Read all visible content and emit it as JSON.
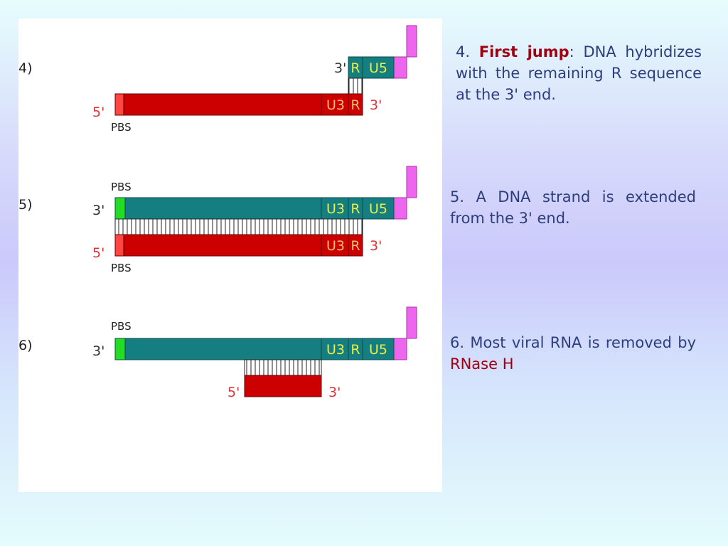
{
  "steps": [
    {
      "number": "4)",
      "diagram": {
        "upper_end": "3'",
        "upper_segments": [
          "R",
          "U5"
        ],
        "lower_start": "5'",
        "lower_segments": [
          "U3",
          "R"
        ],
        "lower_end": "3'",
        "lower_tag": "PBS"
      },
      "description": {
        "prefix": "4. ",
        "highlight": "First jump",
        "suffix": ": DNA hybridizes with the remaining R sequence at the 3' end."
      }
    },
    {
      "number": "5)",
      "diagram": {
        "upper_tag": "PBS",
        "upper_start": "3'",
        "upper_segments": [
          "U3",
          "R",
          "U5"
        ],
        "lower_start": "5'",
        "lower_segments": [
          "U3",
          "R"
        ],
        "lower_end": "3'",
        "lower_tag": "PBS"
      },
      "description": {
        "text": "5. A DNA strand is extended from the 3' end."
      }
    },
    {
      "number": "6)",
      "diagram": {
        "upper_tag": "PBS",
        "upper_start": "3'",
        "upper_segments": [
          "U3",
          "R",
          "U5"
        ],
        "fragment_start": "5'",
        "fragment_end": "3'"
      },
      "description": {
        "prefix": "6. Most viral RNA is removed by ",
        "highlight": "RNase H"
      }
    }
  ],
  "colors": {
    "teal": "#157e80",
    "red": "#cc0000",
    "green": "#22dd22",
    "magenta": "#ee66ee",
    "label_yellow": "#eeee44",
    "label_orange": "#ffc070",
    "label_red": "#dd3333",
    "text_blue": "#2c3e7e",
    "highlight_red": "#a00010"
  }
}
